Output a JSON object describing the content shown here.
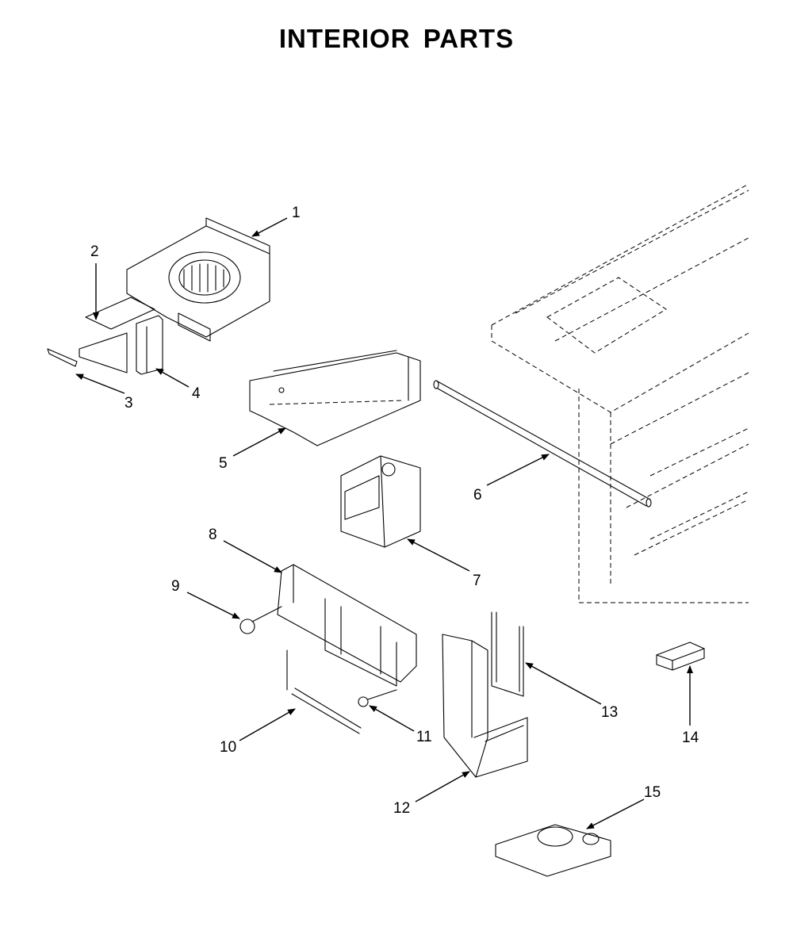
{
  "title": "INTERIOR PARTS",
  "callouts": [
    "1",
    "2",
    "3",
    "4",
    "5",
    "6",
    "7",
    "8",
    "9",
    "10",
    "11",
    "12",
    "13",
    "14",
    "15"
  ]
}
